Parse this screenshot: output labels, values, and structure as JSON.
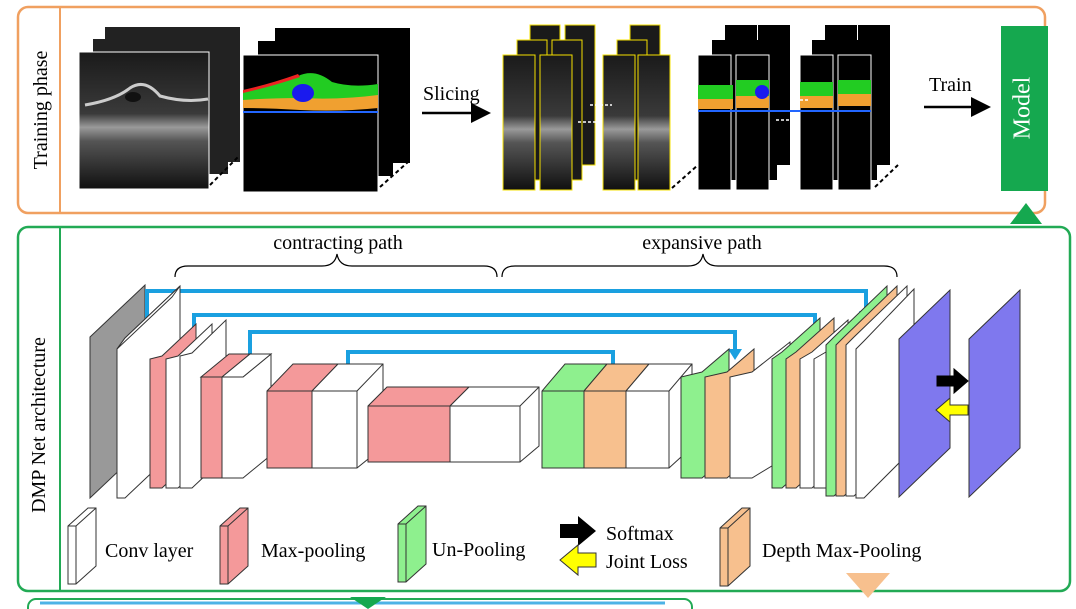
{
  "colors": {
    "training_border": "#f0a060",
    "architecture_border": "#22aa55",
    "model_fill": "#15a84f",
    "skip_arrow": "#1aa0e0",
    "conv": "#ffffff",
    "maxpool": "#f4999a",
    "unpool": "#8ef08e",
    "depth_maxpool": "#f7c08e",
    "output_map": "#7f78ee",
    "input_gray": "#999999",
    "softmax_arrow": "#000000",
    "joint_loss_arrow": "#ffff00"
  },
  "training_phase": {
    "side_label": "Training phase",
    "slicing_label": "Slicing",
    "train_label": "Train",
    "model_label": "Model"
  },
  "architecture": {
    "side_label": "DMP Net architecture",
    "contracting_label": "contracting path",
    "expansive_label": "expansive path"
  },
  "legend": {
    "conv": "Conv layer",
    "maxpool": "Max-pooling",
    "unpool": "Un-Pooling",
    "softmax": "Softmax",
    "joint_loss": "Joint Loss",
    "depth_maxpool": "Depth Max-Pooling"
  }
}
